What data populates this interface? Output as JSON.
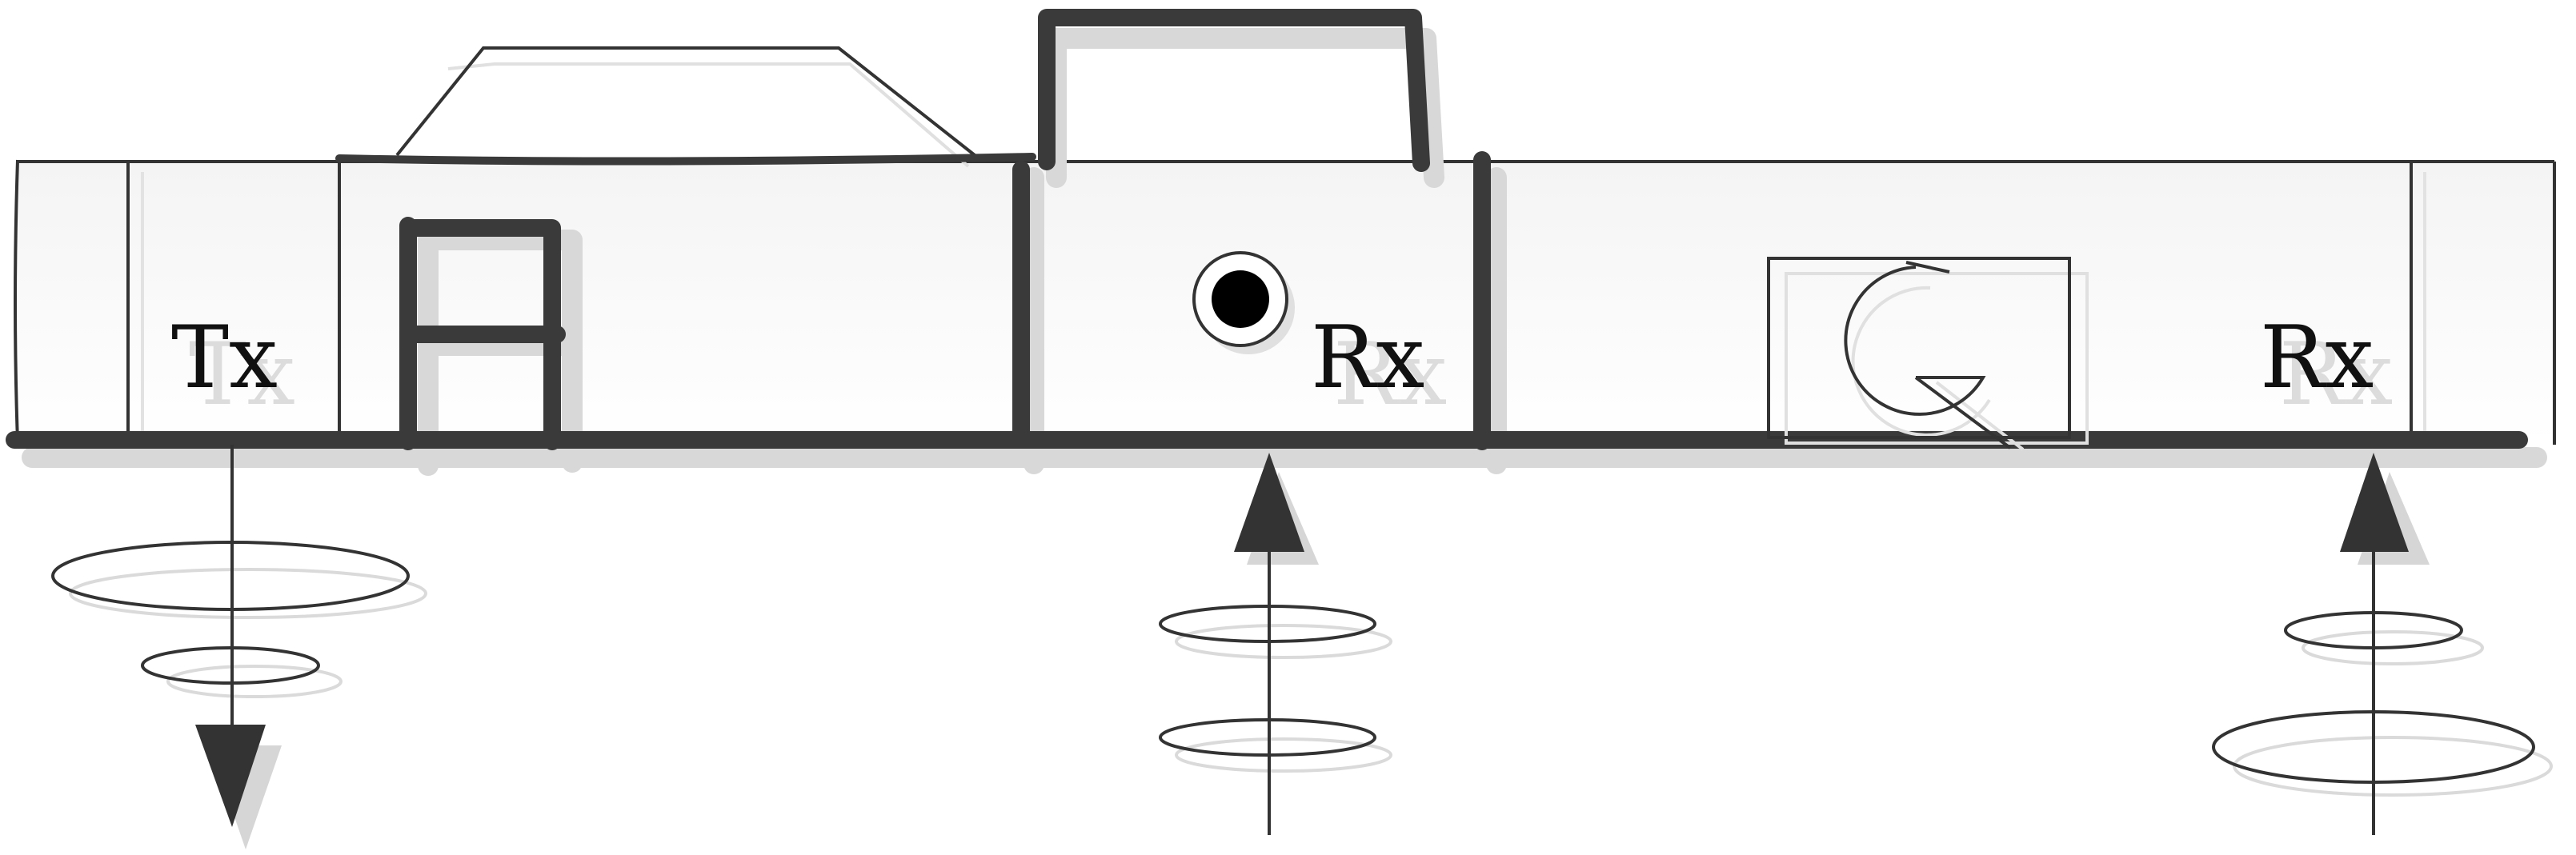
{
  "labels": {
    "transmitter": "Tx",
    "receiver_1": "Rx",
    "receiver_2": "Rx"
  },
  "colors": {
    "stroke": "#3a3a3a",
    "thin_stroke": "#333333",
    "shadow": "#d6d6d6",
    "body_fill_top": "#f7f7f7",
    "body_fill_bottom": "#ffffff",
    "label": "#111111"
  },
  "icons": {
    "borehole_marker": "bullseye-circle",
    "sensor_box": "circular-arc-gauge",
    "signal_direction": "arrow"
  }
}
